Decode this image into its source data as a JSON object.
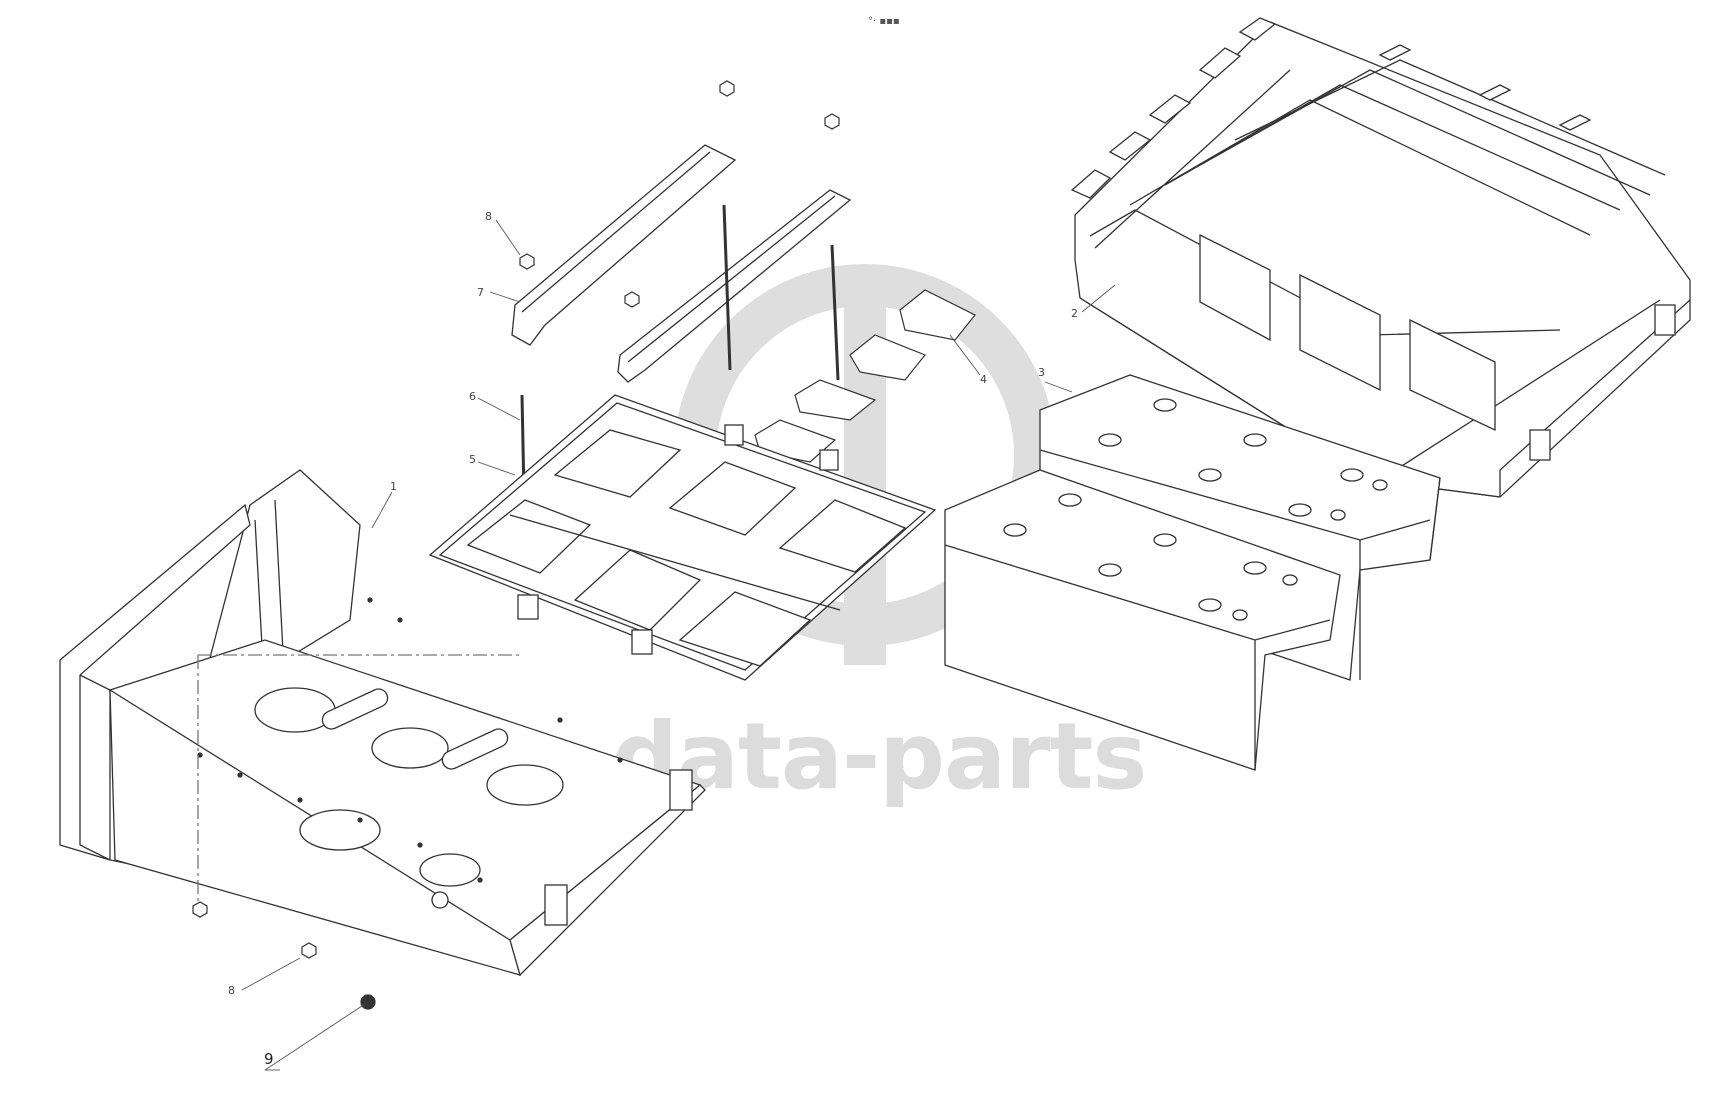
{
  "header_mark": "°‧ ▪▪▪",
  "watermark": {
    "text": "data-parts",
    "color": "#dcdcdc"
  },
  "callouts": {
    "c1": "1",
    "c2": "2",
    "c3": "3",
    "c4": "4",
    "c5": "5",
    "c6": "6",
    "c7": "7",
    "c8_top": "8",
    "c8_bottom": "8",
    "c9": "9"
  },
  "parts": [
    {
      "number": "1",
      "icon": "battery-tray-icon"
    },
    {
      "number": "2",
      "icon": "battery-cover-icon"
    },
    {
      "number": "3",
      "icon": "battery-icon"
    },
    {
      "number": "4",
      "icon": "bracket-icon"
    },
    {
      "number": "5",
      "icon": "retaining-frame-icon"
    },
    {
      "number": "6",
      "icon": "threaded-rod-icon"
    },
    {
      "number": "7",
      "icon": "clamp-bar-icon"
    },
    {
      "number": "8",
      "icon": "nut-icon"
    },
    {
      "number": "9",
      "icon": "flange-nut-icon"
    }
  ],
  "colors": {
    "line": "#333333",
    "light_line": "#777777",
    "fill": "#ffffff",
    "shade": "#cfcfcf"
  }
}
